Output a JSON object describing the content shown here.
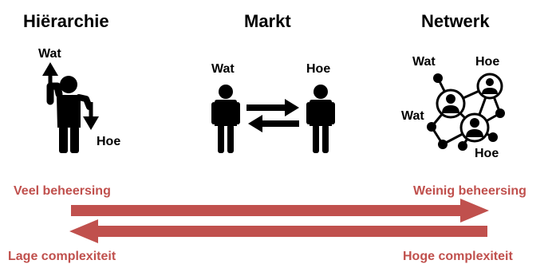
{
  "headings": {
    "hierarchy": "Hiërarchie",
    "market": "Markt",
    "network": "Netwerk"
  },
  "hierarchy": {
    "what_label": "Wat",
    "how_label": "Hoe"
  },
  "market": {
    "what_label": "Wat",
    "how_label": "Hoe"
  },
  "network": {
    "what_top_label": "Wat",
    "what_left_label": "Wat",
    "how_top_label": "Hoe",
    "how_bottom_label": "Hoe"
  },
  "scale": {
    "control_low": "Veel beheersing",
    "control_high": "Weinig beheersing",
    "complexity_low": "Lage complexiteit",
    "complexity_high": "Hoge complexiteit"
  },
  "colors": {
    "accent": "#c0504d",
    "text": "#000000",
    "background": "#ffffff"
  },
  "icons": {
    "hierarchy": "person-with-arrows-icon",
    "market": "two-persons-exchange-icon",
    "network": "network-of-persons-icon"
  }
}
